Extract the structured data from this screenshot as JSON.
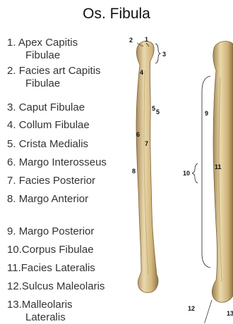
{
  "title": "Os. Fibula",
  "legend": [
    {
      "num": "1.",
      "text": "Apex Capitis",
      "cont": "Fibulae"
    },
    {
      "num": "2.",
      "text": "Facies art Capitis",
      "cont": "Fibulae"
    },
    {
      "num": "3.",
      "text": "Caput Fibulae",
      "cont": ""
    },
    {
      "num": "4.",
      "text": "Collum Fibulae",
      "cont": ""
    },
    {
      "num": "5.",
      "text": "Crista Medialis",
      "cont": ""
    },
    {
      "num": "6.",
      "text": "Margo Interosseus",
      "cont": ""
    },
    {
      "num": "7.",
      "text": "Facies Posterior",
      "cont": ""
    },
    {
      "num": "8.",
      "text": "Margo Anterior",
      "cont": ""
    },
    {
      "num": "9.",
      "text": "Margo Posterior",
      "cont": ""
    },
    {
      "num": "10.",
      "text": "Corpus Fibulae",
      "cont": ""
    },
    {
      "num": "11.",
      "text": "Facies Lateralis",
      "cont": ""
    },
    {
      "num": "12.",
      "text": "Sulcus Maleolaris",
      "cont": ""
    },
    {
      "num": "13.",
      "text": "Malleolaris",
      "cont": "Lateralis"
    }
  ],
  "figure_labels": {
    "l1": "1",
    "l2": "2",
    "l3": "3",
    "l4": "4",
    "l5a": "5",
    "l5b": "5",
    "l6": "6",
    "l7": "7",
    "l8": "8",
    "l9": "9",
    "l10": "10",
    "l11": "11",
    "l12": "12",
    "l13": "13"
  },
  "colors": {
    "bone_light": "#e8d7a9",
    "bone_mid": "#cdb278",
    "bone_dark": "#9a7e48"
  }
}
